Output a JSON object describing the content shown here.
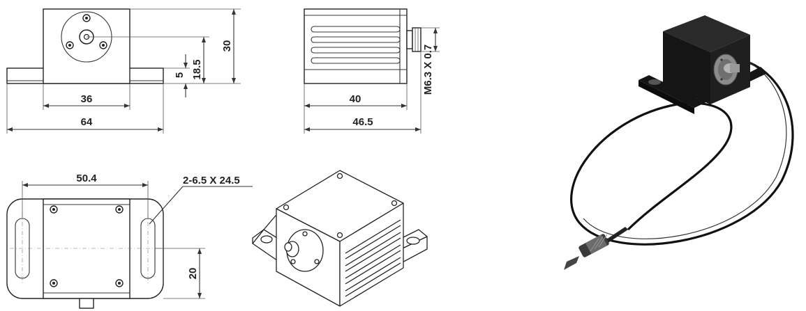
{
  "dimensions": {
    "front_height_total": "30",
    "front_hole_height": "18.5",
    "front_base_thickness": "5",
    "front_block_width": "36",
    "front_base_width": "64",
    "side_block_depth": "40",
    "side_total_depth": "46.5",
    "side_thread": "M6.3 X 0.7",
    "bottom_slot_spacing": "50.4",
    "bottom_slot_size": "2-6.5 X 24.5",
    "bottom_offset": "20"
  },
  "colors": {
    "line": "#333333",
    "text": "#222222",
    "housing": "#1b1b1b",
    "cable": "#111111",
    "metal": "#9a9a9a"
  }
}
